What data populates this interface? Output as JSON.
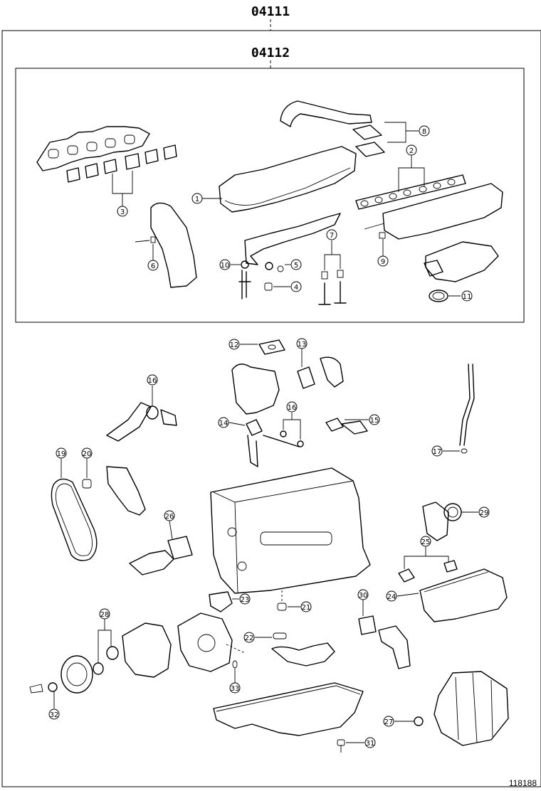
{
  "labels": {
    "kit_outer": "04111",
    "kit_inner": "04112",
    "figure_id": "118188"
  },
  "callouts": {
    "c1": "1",
    "c2": "2",
    "c3": "3",
    "c4": "4",
    "c5": "5",
    "c6": "6",
    "c7": "7",
    "c8": "8",
    "c9": "9",
    "c10": "10",
    "c11": "11",
    "c12": "12",
    "c13": "13",
    "c14": "14",
    "c15": "15",
    "c16a": "16",
    "c16b": "16",
    "c17": "17",
    "c19": "19",
    "c20": "20",
    "c21": "21",
    "c22": "22",
    "c23": "23",
    "c24": "24",
    "c25": "25",
    "c26": "26",
    "c27": "27",
    "c28": "28",
    "c29": "29",
    "c30": "30",
    "c31": "31",
    "c32": "32",
    "c33": "33"
  }
}
